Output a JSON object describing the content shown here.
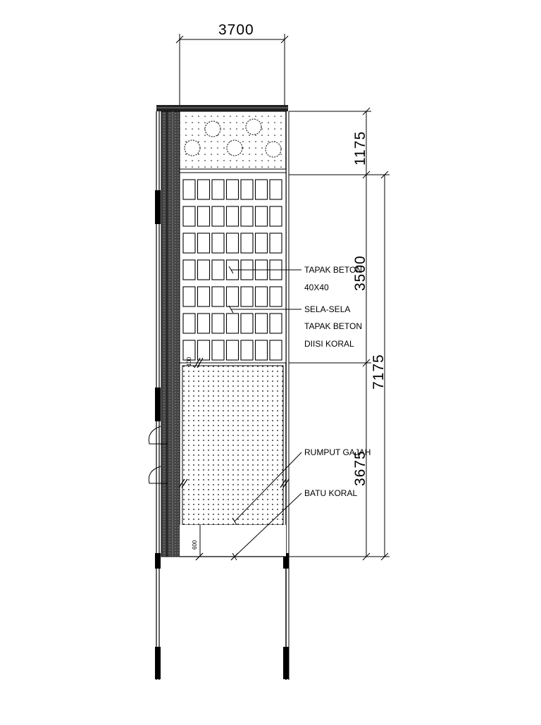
{
  "drawing": {
    "dimensions": {
      "width_top": "3700",
      "garden_top": "1175",
      "paving": "3500",
      "total": "7175",
      "gravel_lawn": "3675",
      "strip": "600",
      "small_gap": "100"
    },
    "annotations": {
      "paving_l1": "TAPAK BETON",
      "paving_l2": "40X40",
      "gap_l1": "SELA-SELA",
      "gap_l2": "TAPAK BETON",
      "gap_l3": "DIISI KORAL",
      "grass": "RUMPUT GAJAH",
      "gravel": "BATU KORAL"
    }
  }
}
